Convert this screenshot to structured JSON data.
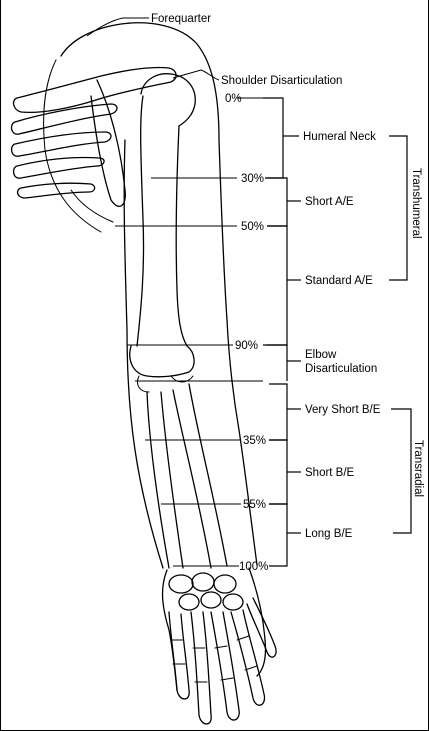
{
  "diagram": {
    "levels": {
      "forequarter": "Forequarter",
      "shoulder": "Shoulder Disarticulation",
      "humeral_neck": "Humeral Neck",
      "short_ae": "Short A/E",
      "standard_ae": "Standard A/E",
      "elbow_line1": "Elbow",
      "elbow_line2": "Disarticulation",
      "very_short_be": "Very Short B/E",
      "short_be": "Short B/E",
      "long_be": "Long B/E"
    },
    "percents": {
      "p0": "0%",
      "p30": "30%",
      "p50": "50%",
      "p90": "90%",
      "p35": "35%",
      "p55": "55%",
      "p100": "100%"
    },
    "groups": {
      "transhumeral": "Transhumeral",
      "transradial": "Transradial"
    }
  }
}
